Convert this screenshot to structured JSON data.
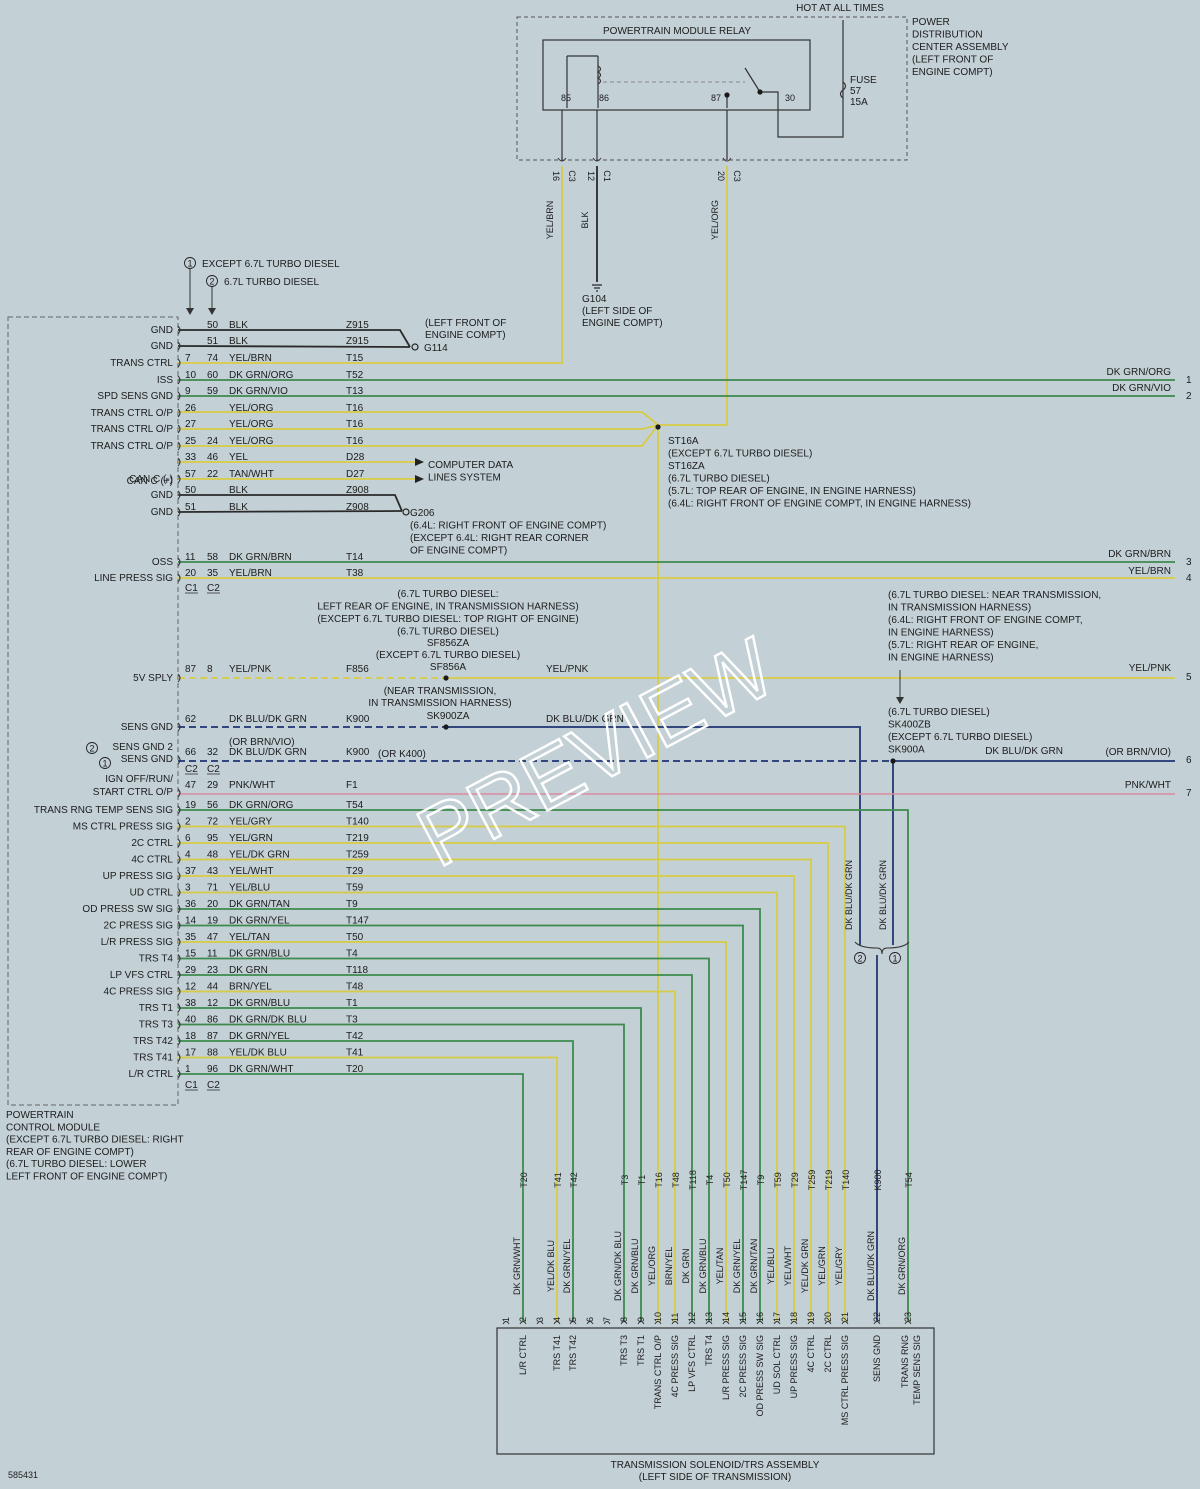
{
  "colors": {
    "background": "#c3d0d6",
    "yel": "#d8cb44",
    "grn": "#3c8a4e",
    "blu": "#33477e",
    "pnk": "#d98a9e",
    "blk": "#2a2a2a",
    "outline": "#333333"
  },
  "relay": {
    "hot_label": "HOT AT ALL TIMES",
    "pdc_label": [
      "POWER",
      "DISTRIBUTION",
      "CENTER ASSEMBLY",
      "(LEFT FRONT OF",
      "ENGINE COMPT)"
    ],
    "title": "POWERTRAIN MODULE RELAY",
    "pins": [
      "85",
      "86",
      "87",
      "30"
    ],
    "fuse": [
      "FUSE",
      "57",
      "15A"
    ],
    "connectors": [
      {
        "pin": "16",
        "conn": "C3",
        "color": "YEL/BRN",
        "style": "yel"
      },
      {
        "pin": "12",
        "conn": "C1",
        "color": "BLK",
        "style": "blk"
      },
      {
        "pin": "20",
        "conn": "C3",
        "color": "YEL/ORG",
        "style": "yel"
      }
    ],
    "ground": [
      "G104",
      "(LEFT SIDE OF",
      "ENGINE COMPT)"
    ]
  },
  "legend": {
    "n1": "1",
    "t1": "EXCEPT 6.7L TURBO DIESEL",
    "n2": "2",
    "t2": "6.7L TURBO DIESEL"
  },
  "pcm": {
    "label": [
      "POWERTRAIN",
      "CONTROL MODULE",
      "(EXCEPT 6.7L TURBO DIESEL: RIGHT",
      "REAR OF ENGINE COMPT)",
      "(6.7L TURBO DIESEL: LOWER",
      "LEFT FRONT OF ENGINE COMPT)"
    ],
    "conn_c1": "C1",
    "conn_c2": "C2",
    "rows": [
      {
        "name": "GND",
        "p1": "",
        "p2": "50",
        "color": "BLK",
        "circuit": "Z915",
        "style": "blk"
      },
      {
        "name": "GND",
        "p1": "",
        "p2": "51",
        "color": "BLK",
        "circuit": "Z915",
        "style": "blk"
      },
      {
        "name": "TRANS CTRL",
        "p1": "7",
        "p2": "74",
        "color": "YEL/BRN",
        "circuit": "T15",
        "style": "yel"
      },
      {
        "name": "ISS",
        "p1": "10",
        "p2": "60",
        "color": "DK GRN/ORG",
        "circuit": "T52",
        "style": "grn"
      },
      {
        "name": "SPD SENS GND",
        "p1": "9",
        "p2": "59",
        "color": "DK GRN/VIO",
        "circuit": "T13",
        "style": "grn"
      },
      {
        "name": "TRANS CTRL O/P",
        "p1": "26",
        "p2": "",
        "color": "YEL/ORG",
        "circuit": "T16",
        "style": "yel"
      },
      {
        "name": "TRANS CTRL O/P",
        "p1": "27",
        "p2": "",
        "color": "YEL/ORG",
        "circuit": "T16",
        "style": "yel"
      },
      {
        "name": "TRANS CTRL O/P",
        "p1": "25",
        "p2": "24",
        "color": "YEL/ORG",
        "circuit": "T16",
        "style": "yel"
      },
      {
        "name": "",
        "p1": "33",
        "p2": "46",
        "color": "YEL",
        "circuit": "D28",
        "style": "yel"
      },
      {
        "name": "CAN C (-)",
        "p1": "57",
        "p2": "22",
        "color": "TAN/WHT",
        "circuit": "D27",
        "style": "yel"
      },
      {
        "name": "CAN C (+)",
        "p1": "",
        "p2": "",
        "color": "",
        "circuit": "",
        "style": "none"
      },
      {
        "name": "GND",
        "p1": "50",
        "p2": "",
        "color": "BLK",
        "circuit": "Z908",
        "style": "blk"
      },
      {
        "name": "GND",
        "p1": "51",
        "p2": "",
        "color": "BLK",
        "circuit": "Z908",
        "style": "blk"
      }
    ],
    "rows2": [
      {
        "name": "OSS",
        "p1": "11",
        "p2": "58",
        "color": "DK GRN/BRN",
        "circuit": "T14",
        "style": "grn"
      },
      {
        "name": "LINE PRESS SIG",
        "p1": "20",
        "p2": "35",
        "color": "YEL/BRN",
        "circuit": "T38",
        "style": "yel"
      }
    ],
    "sply": {
      "name": "5V SPLY",
      "p1": "87",
      "p2": "8",
      "color": "YEL/PNK",
      "circuit": "F856"
    },
    "sens_gnd": {
      "name": "SENS GND",
      "p1": "62",
      "p2": "",
      "color": "DK BLU/DK GRN",
      "circuit": "K900",
      "alt": "(OR BRN/VIO)"
    },
    "sens_gnd2": {
      "name": "SENS GND 2",
      "name2": "SENS GND",
      "p1": "66",
      "p2": "32",
      "color": "DK BLU/DK GRN",
      "circuit": "K900",
      "alt": "(OR K400)"
    },
    "ign": {
      "name": "IGN OFF/RUN/",
      "name2": "START CTRL O/P",
      "p1": "47",
      "p2": "29",
      "color": "PNK/WHT",
      "circuit": "F1"
    },
    "rows3": [
      {
        "name": "TRANS RNG TEMP SENS SIG",
        "p1": "19",
        "p2": "56",
        "color": "DK GRN/ORG",
        "circuit": "T54",
        "style": "grn"
      },
      {
        "name": "MS CTRL PRESS SIG",
        "p1": "2",
        "p2": "72",
        "color": "YEL/GRY",
        "circuit": "T140",
        "style": "yel"
      },
      {
        "name": "2C CTRL",
        "p1": "6",
        "p2": "95",
        "color": "YEL/GRN",
        "circuit": "T219",
        "style": "yel"
      },
      {
        "name": "4C CTRL",
        "p1": "4",
        "p2": "48",
        "color": "YEL/DK GRN",
        "circuit": "T259",
        "style": "yel"
      },
      {
        "name": "UP PRESS SIG",
        "p1": "37",
        "p2": "43",
        "color": "YEL/WHT",
        "circuit": "T29",
        "style": "yel"
      },
      {
        "name": "UD CTRL",
        "p1": "3",
        "p2": "71",
        "color": "YEL/BLU",
        "circuit": "T59",
        "style": "yel"
      },
      {
        "name": "OD PRESS SW SIG",
        "p1": "36",
        "p2": "20",
        "color": "DK GRN/TAN",
        "circuit": "T9",
        "style": "grn"
      },
      {
        "name": "2C PRESS SIG",
        "p1": "14",
        "p2": "19",
        "color": "DK GRN/YEL",
        "circuit": "T147",
        "style": "grn"
      },
      {
        "name": "L/R PRESS SIG",
        "p1": "35",
        "p2": "47",
        "color": "YEL/TAN",
        "circuit": "T50",
        "style": "yel"
      },
      {
        "name": "TRS T4",
        "p1": "15",
        "p2": "11",
        "color": "DK GRN/BLU",
        "circuit": "T4",
        "style": "grn"
      },
      {
        "name": "LP VFS CTRL",
        "p1": "29",
        "p2": "23",
        "color": "DK GRN",
        "circuit": "T118",
        "style": "grn"
      },
      {
        "name": "4C PRESS SIG",
        "p1": "12",
        "p2": "44",
        "color": "BRN/YEL",
        "circuit": "T48",
        "style": "yel"
      },
      {
        "name": "TRS T1",
        "p1": "38",
        "p2": "12",
        "color": "DK GRN/BLU",
        "circuit": "T1",
        "style": "grn"
      },
      {
        "name": "TRS T3",
        "p1": "40",
        "p2": "86",
        "color": "DK GRN/DK BLU",
        "circuit": "T3",
        "style": "grn"
      },
      {
        "name": "TRS T42",
        "p1": "18",
        "p2": "87",
        "color": "DK GRN/YEL",
        "circuit": "T42",
        "style": "grn"
      },
      {
        "name": "TRS T41",
        "p1": "17",
        "p2": "88",
        "color": "YEL/DK BLU",
        "circuit": "T41",
        "style": "yel"
      },
      {
        "name": "L/R CTRL",
        "p1": "1",
        "p2": "96",
        "color": "DK GRN/WHT",
        "circuit": "T20",
        "style": "grn"
      }
    ]
  },
  "grounds": {
    "g114": [
      "(LEFT FRONT OF",
      "ENGINE COMPT)",
      "G114"
    ],
    "g206": [
      "G206",
      "(6.4L: RIGHT FRONT OF ENGINE COMPT)",
      "(EXCEPT 6.4L: RIGHT REAR CORNER",
      "OF ENGINE COMPT)"
    ]
  },
  "splices": {
    "st16": [
      "ST16A",
      "(EXCEPT 6.7L TURBO DIESEL)",
      "ST16ZA",
      "(6.7L TURBO DIESEL)",
      "(5.7L: TOP REAR OF ENGINE, IN ENGINE HARNESS)",
      "(6.4L: RIGHT FRONT OF ENGINE COMPT, IN ENGINE HARNESS)"
    ],
    "sf856": [
      "(6.7L TURBO DIESEL:",
      "LEFT REAR OF ENGINE, IN TRANSMISSION HARNESS)",
      "(EXCEPT 6.7L TURBO DIESEL: TOP RIGHT OF ENGINE)",
      "(6.7L TURBO DIESEL)",
      "SF856ZA",
      "(EXCEPT 6.7L TURBO DIESEL)",
      "SF856A"
    ],
    "sk900": [
      "(NEAR TRANSMISSION,",
      "IN TRANSMISSION HARNESS)",
      "SK900ZA"
    ],
    "sk400": [
      "(6.7L TURBO DIESEL: NEAR TRANSMISSION,",
      "IN TRANSMISSION HARNESS)",
      "(6.4L: RIGHT FRONT OF ENGINE COMPT,",
      "IN ENGINE HARNESS)",
      "(5.7L: RIGHT REAR OF ENGINE,",
      "IN ENGINE HARNESS)"
    ],
    "sk400b": [
      "(6.7L TURBO DIESEL)",
      "SK400ZB",
      "(EXCEPT 6.7L TURBO DIESEL)",
      "SK900A"
    ]
  },
  "computer_data": [
    "COMPUTER DATA",
    "LINES SYSTEM"
  ],
  "right_edge": [
    {
      "label": "DK GRN/ORG",
      "ref": "1"
    },
    {
      "label": "DK GRN/VIO",
      "ref": "2"
    },
    {
      "label": "DK GRN/BRN",
      "ref": "3"
    },
    {
      "label": "YEL/BRN",
      "ref": "4"
    },
    {
      "label": "YEL/PNK",
      "ref": "5"
    },
    {
      "label": "(OR BRN/VIO)",
      "ref": "6"
    },
    {
      "label": "PNK/WHT",
      "ref": "7"
    }
  ],
  "mid_labels": {
    "yelpnk": "YEL/PNK",
    "dkblu": "DK BLU/DK GRN",
    "dkblu2": "DK BLU/DK GRN",
    "vert1": "DK BLU/DK GRN",
    "vert2": "DK BLU/DK GRN"
  },
  "bottom": {
    "title": [
      "TRANSMISSION SOLENOID/TRS ASSEMBLY",
      "(LEFT SIDE OF TRANSMISSION)"
    ],
    "pins": [
      {
        "pin": "1",
        "circuit": "",
        "color": "",
        "func": "",
        "style": "none"
      },
      {
        "pin": "2",
        "circuit": "T20",
        "color": "DK GRN/WHT",
        "func": "L/R CTRL",
        "style": "grn"
      },
      {
        "pin": "3",
        "circuit": "",
        "color": "",
        "func": "",
        "style": "none"
      },
      {
        "pin": "4",
        "circuit": "T41",
        "color": "YEL/DK BLU",
        "func": "TRS T41",
        "style": "yel"
      },
      {
        "pin": "5",
        "circuit": "T42",
        "color": "DK GRN/YEL",
        "func": "TRS T42",
        "style": "grn"
      },
      {
        "pin": "6",
        "circuit": "",
        "color": "",
        "func": "",
        "style": "none"
      },
      {
        "pin": "7",
        "circuit": "",
        "color": "",
        "func": "",
        "style": "none"
      },
      {
        "pin": "8",
        "circuit": "T3",
        "color": "DK GRN/DK BLU",
        "func": "TRS T3",
        "style": "grn"
      },
      {
        "pin": "9",
        "circuit": "T1",
        "color": "DK GRN/BLU",
        "func": "TRS T1",
        "style": "grn"
      },
      {
        "pin": "10",
        "circuit": "T16",
        "color": "YEL/ORG",
        "func": "TRANS CTRL O/P",
        "style": "yel"
      },
      {
        "pin": "11",
        "circuit": "T48",
        "color": "BRN/YEL",
        "func": "4C PRESS SIG",
        "style": "yel"
      },
      {
        "pin": "12",
        "circuit": "T118",
        "color": "DK GRN",
        "func": "LP VFS CTRL",
        "style": "grn"
      },
      {
        "pin": "13",
        "circuit": "T4",
        "color": "DK GRN/BLU",
        "func": "TRS T4",
        "style": "grn"
      },
      {
        "pin": "14",
        "circuit": "T50",
        "color": "YEL/TAN",
        "func": "L/R PRESS SIG",
        "style": "yel"
      },
      {
        "pin": "15",
        "circuit": "T147",
        "color": "DK GRN/YEL",
        "func": "2C PRESS SIG",
        "style": "grn"
      },
      {
        "pin": "16",
        "circuit": "T9",
        "color": "DK GRN/TAN",
        "func": "OD PRESS SW SIG",
        "style": "grn"
      },
      {
        "pin": "17",
        "circuit": "T59",
        "color": "YEL/BLU",
        "func": "UD SOL CTRL",
        "style": "yel"
      },
      {
        "pin": "18",
        "circuit": "T29",
        "color": "YEL/WHT",
        "func": "UP PRESS SIG",
        "style": "yel"
      },
      {
        "pin": "19",
        "circuit": "T259",
        "color": "YEL/DK GRN",
        "func": "4C CTRL",
        "style": "yel"
      },
      {
        "pin": "20",
        "circuit": "T219",
        "color": "YEL/GRN",
        "func": "2C CTRL",
        "style": "yel"
      },
      {
        "pin": "21",
        "circuit": "T140",
        "color": "YEL/GRY",
        "func": "MS CTRL PRESS SIG",
        "style": "yel"
      },
      {
        "pin": "22",
        "circuit": "K900",
        "color": "DK BLU/DK GRN",
        "func": "SENS GND",
        "style": "blu"
      },
      {
        "pin": "23",
        "circuit": "T54",
        "color": "DK GRN/ORG",
        "func": "TRANS RNG TEMP SENS SIG",
        "style": "grn"
      }
    ]
  },
  "circled": {
    "a": "2",
    "b": "1"
  },
  "doc_id": "585431",
  "watermark": "PREVIEW"
}
